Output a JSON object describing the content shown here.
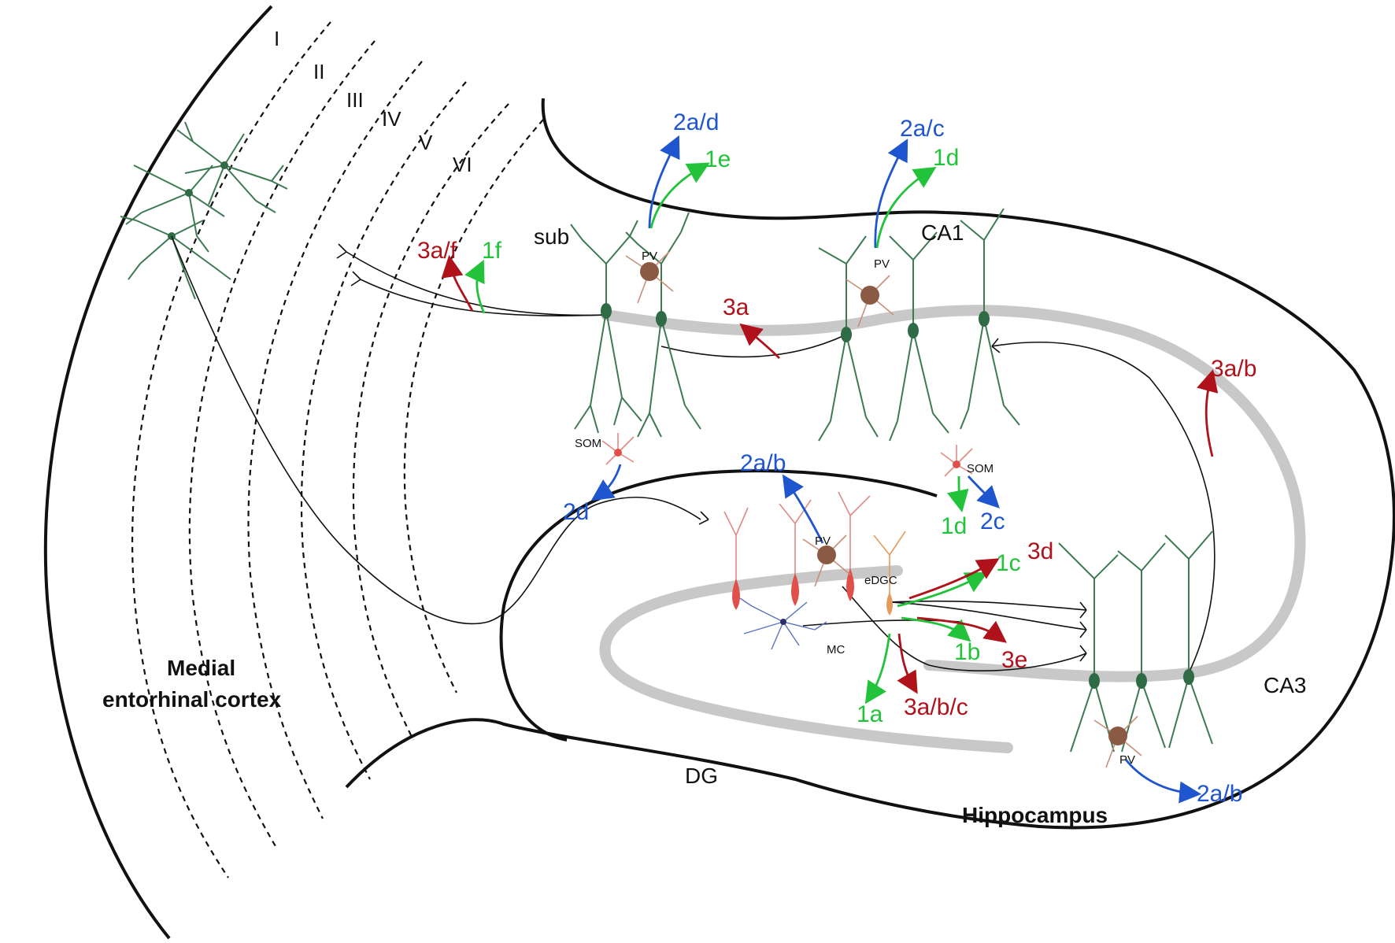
{
  "regions": {
    "mec_line1": "Medial",
    "mec_line2": "entorhinal cortex",
    "hippocampus": "Hippocampus",
    "sub": "sub",
    "ca1": "CA1",
    "ca3": "CA3",
    "dg": "DG"
  },
  "layers": [
    "I",
    "II",
    "III",
    "IV",
    "V",
    "VI"
  ],
  "cells": {
    "pv_sub": "PV",
    "pv_ca1": "PV",
    "pv_dg": "PV",
    "pv_ca3": "PV",
    "som_sub": "SOM",
    "som_ca1": "SOM",
    "edgc": "eDGC",
    "mc": "MC"
  },
  "arrow_labels": {
    "sub_pv_blue": "2a/d",
    "sub_pv_green": "1e",
    "ca1_pv_blue": "2a/c",
    "ca1_pv_green": "1d",
    "ec_axon_red": "3a/f",
    "ec_axon_green": "1f",
    "ca1_axon_red": "3a",
    "ca3_axon_red": "3a/b",
    "som_sub_blue": "2d",
    "dg_pv_blue": "2a/b",
    "som_ca1_green": "1d",
    "som_ca1_blue": "2c",
    "edgc_green_top": "1c",
    "edgc_red_top": "3d",
    "edgc_green_bottom": "1b",
    "edgc_red_bottom": "3e",
    "mf_green": "1a",
    "mf_red": "3a/b/c",
    "ca3_pv_blue": "2a/b"
  },
  "colors": {
    "red": "#b0121b",
    "green": "#22c33a",
    "blue": "#1f55cf",
    "pyramidal": "#3d7a54",
    "granule": "#e0504a",
    "interneuron": "#8b5a45",
    "layer_band": "#c8c8c8"
  }
}
